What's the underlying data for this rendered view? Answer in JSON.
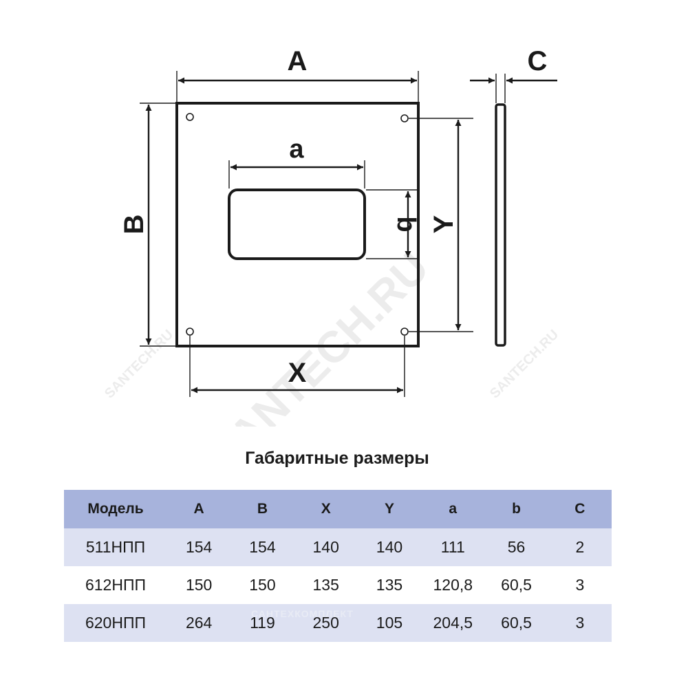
{
  "drawing": {
    "labels": {
      "A": "A",
      "B": "B",
      "C": "C",
      "X": "X",
      "Y": "Y",
      "a": "a",
      "b": "b"
    },
    "watermark": "SANTECH.RU"
  },
  "table": {
    "title": "Габаритные размеры",
    "headers": [
      "Модель",
      "A",
      "B",
      "X",
      "Y",
      "a",
      "b",
      "C"
    ],
    "rows": [
      [
        "511НПП",
        "154",
        "154",
        "140",
        "140",
        "111",
        "56",
        "2"
      ],
      [
        "612НПП",
        "150",
        "150",
        "135",
        "135",
        "120,8",
        "60,5",
        "3"
      ],
      [
        "620НПП",
        "264",
        "119",
        "250",
        "105",
        "204,5",
        "60,5",
        "3"
      ]
    ],
    "row_watermark": "САНТЕХКОМПЛЕКТ"
  },
  "colors": {
    "header_bg": "#a7b3dc",
    "stripe_bg": "#dde1f2",
    "line": "#1a1a1a"
  }
}
